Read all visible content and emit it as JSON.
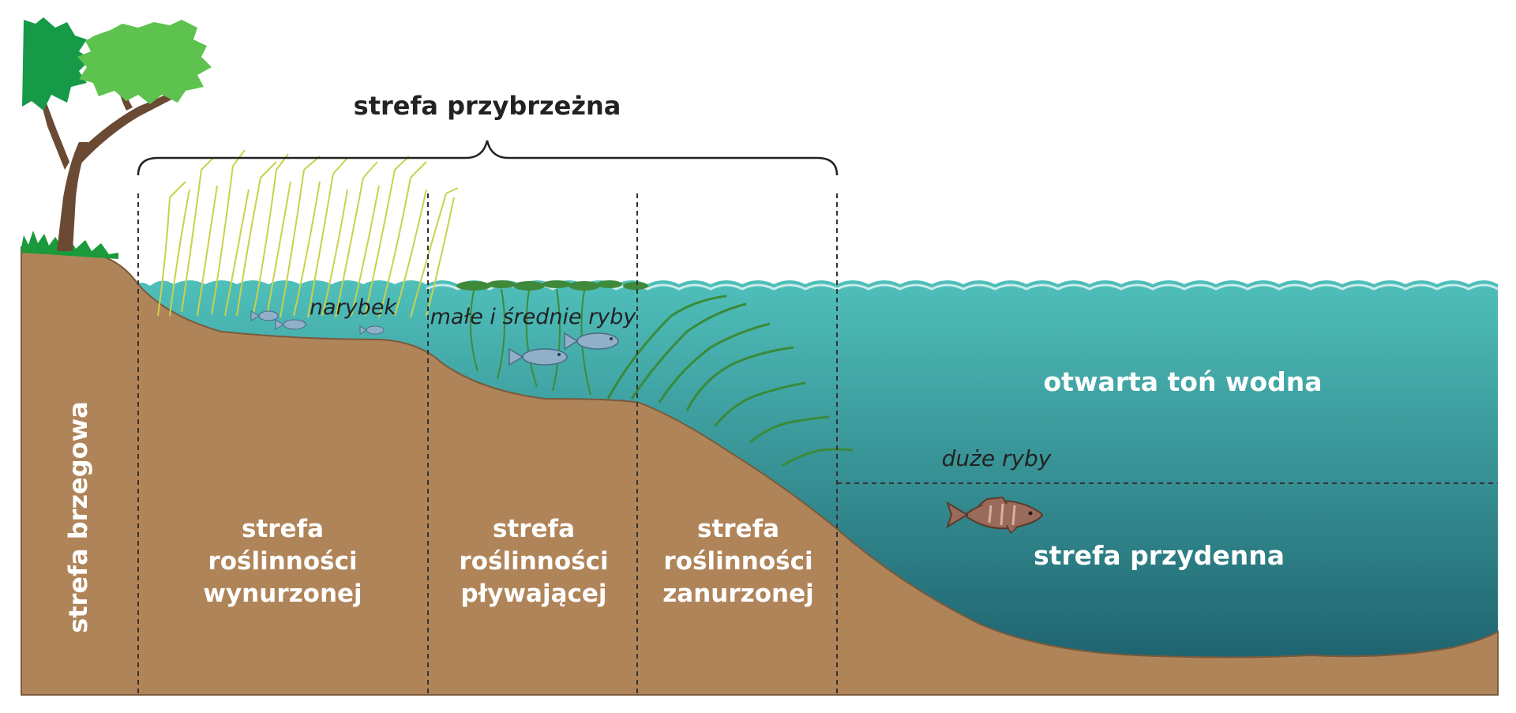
{
  "diagram": {
    "littoral_zone_label": "strefa przybrzeżna",
    "shore_zone_label": "strefa brzegowa",
    "emergent_zone": {
      "line1": "strefa",
      "line2": "roślinności",
      "line3": "wynurzonej"
    },
    "floating_zone": {
      "line1": "strefa",
      "line2": "roślinności",
      "line3": "pływającej"
    },
    "submerged_zone": {
      "line1": "strefa",
      "line2": "roślinności",
      "line3": "zanurzonej"
    },
    "open_water_label": "otwarta toń wodna",
    "benthic_zone_label": "strefa przydenna",
    "fry_label": "narybek",
    "small_medium_fish_label": "małe i średnie ryby",
    "large_fish_label": "duże ryby"
  },
  "colors": {
    "soil": "#b08459",
    "soil_edge": "#7a5a3a",
    "water_top": "#4fbfba",
    "water_bottom": "#1f6470",
    "tree_leaves_dark": "#169a48",
    "tree_leaves_light": "#5ec24f",
    "trunk": "#6b4a33",
    "reeds": "#c9d24a",
    "lily_pads": "#3f8a3a",
    "submerged_plants": "#3f8a3a",
    "fish_small": "#8fb0c8",
    "fish_large": "#9a6b5a"
  }
}
